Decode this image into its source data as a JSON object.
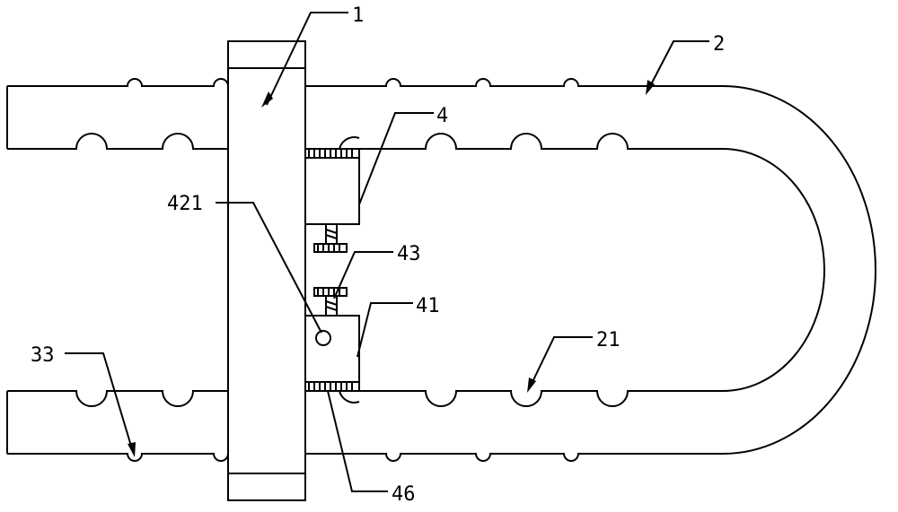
{
  "labels": {
    "l1": "1",
    "l2": "2",
    "l4": "4",
    "l421": "421",
    "l43": "43",
    "l41": "41",
    "l21": "21",
    "l33": "33",
    "l46": "46"
  }
}
